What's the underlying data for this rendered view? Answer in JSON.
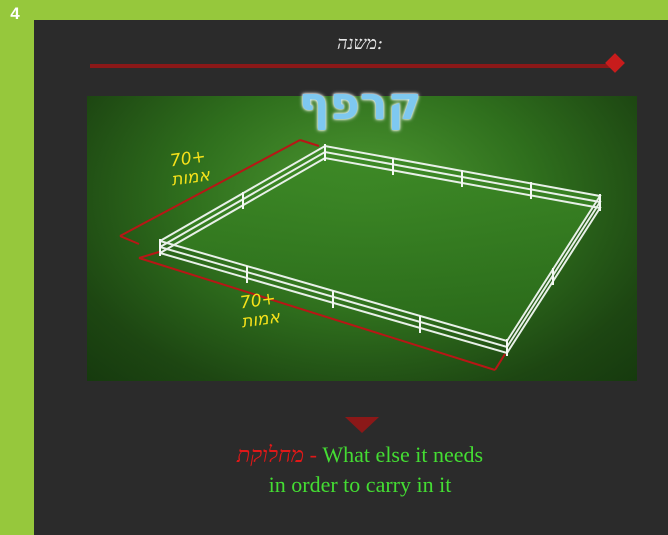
{
  "slide": {
    "number": "4"
  },
  "header": {
    "subtitle": "משנה:",
    "title": "קרפף"
  },
  "diagram": {
    "label_top_value": "70+",
    "label_top_unit": "אמות",
    "label_bottom_value": "70+",
    "label_bottom_unit": "אמות"
  },
  "footer": {
    "hebrew_word": "מחלוקת",
    "dash": " - ",
    "line1": "What else it needs",
    "line2": "in order to carry in it"
  },
  "colors": {
    "frame": "#96c83c",
    "slide_bg": "#2b2b2b",
    "accent_red": "#8b1818",
    "label_yellow": "#f6e21a",
    "text_green": "#44dd33",
    "title_blue": "#7ec8f0"
  }
}
